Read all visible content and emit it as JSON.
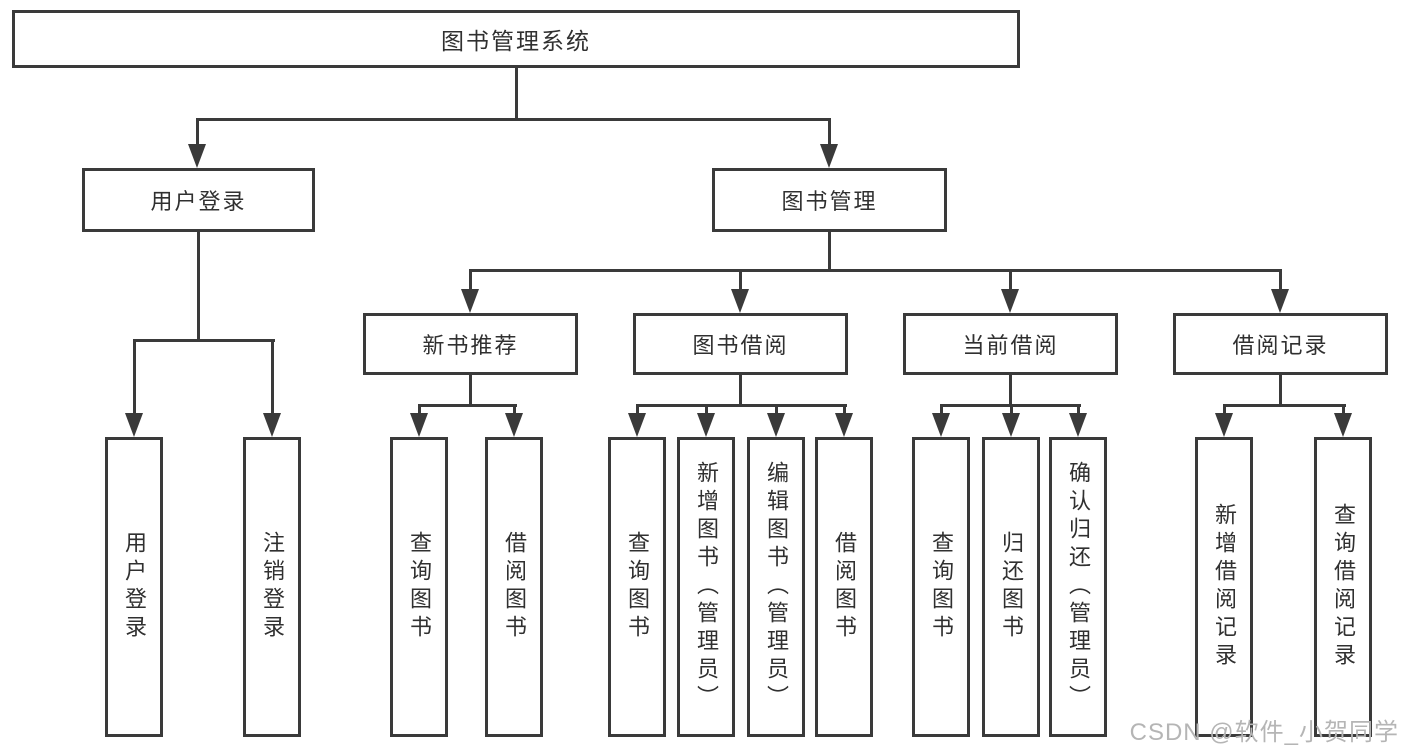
{
  "tree": {
    "root": {
      "label": "图书管理系统"
    },
    "level2": [
      {
        "label": "用户登录",
        "leaves": [
          "用户登录",
          "注销登录"
        ]
      },
      {
        "label": "图书管理",
        "children": [
          {
            "label": "新书推荐",
            "leaves": [
              "查询图书",
              "借阅图书"
            ]
          },
          {
            "label": "图书借阅",
            "leaves": [
              "查询图书",
              "新增图书（管理员）",
              "编辑图书（管理员）",
              "借阅图书"
            ]
          },
          {
            "label": "当前借阅",
            "leaves": [
              "查询图书",
              "归还图书",
              "确认归还（管理员）"
            ]
          },
          {
            "label": "借阅记录",
            "leaves": [
              "新增借阅记录",
              "查询借阅记录"
            ]
          }
        ]
      }
    ]
  },
  "watermark": "CSDN @软件_小贺同学",
  "colors": {
    "line": "#3a3a3a",
    "text": "#303030",
    "watermark": "#b5b5b5",
    "background": "#ffffff"
  }
}
